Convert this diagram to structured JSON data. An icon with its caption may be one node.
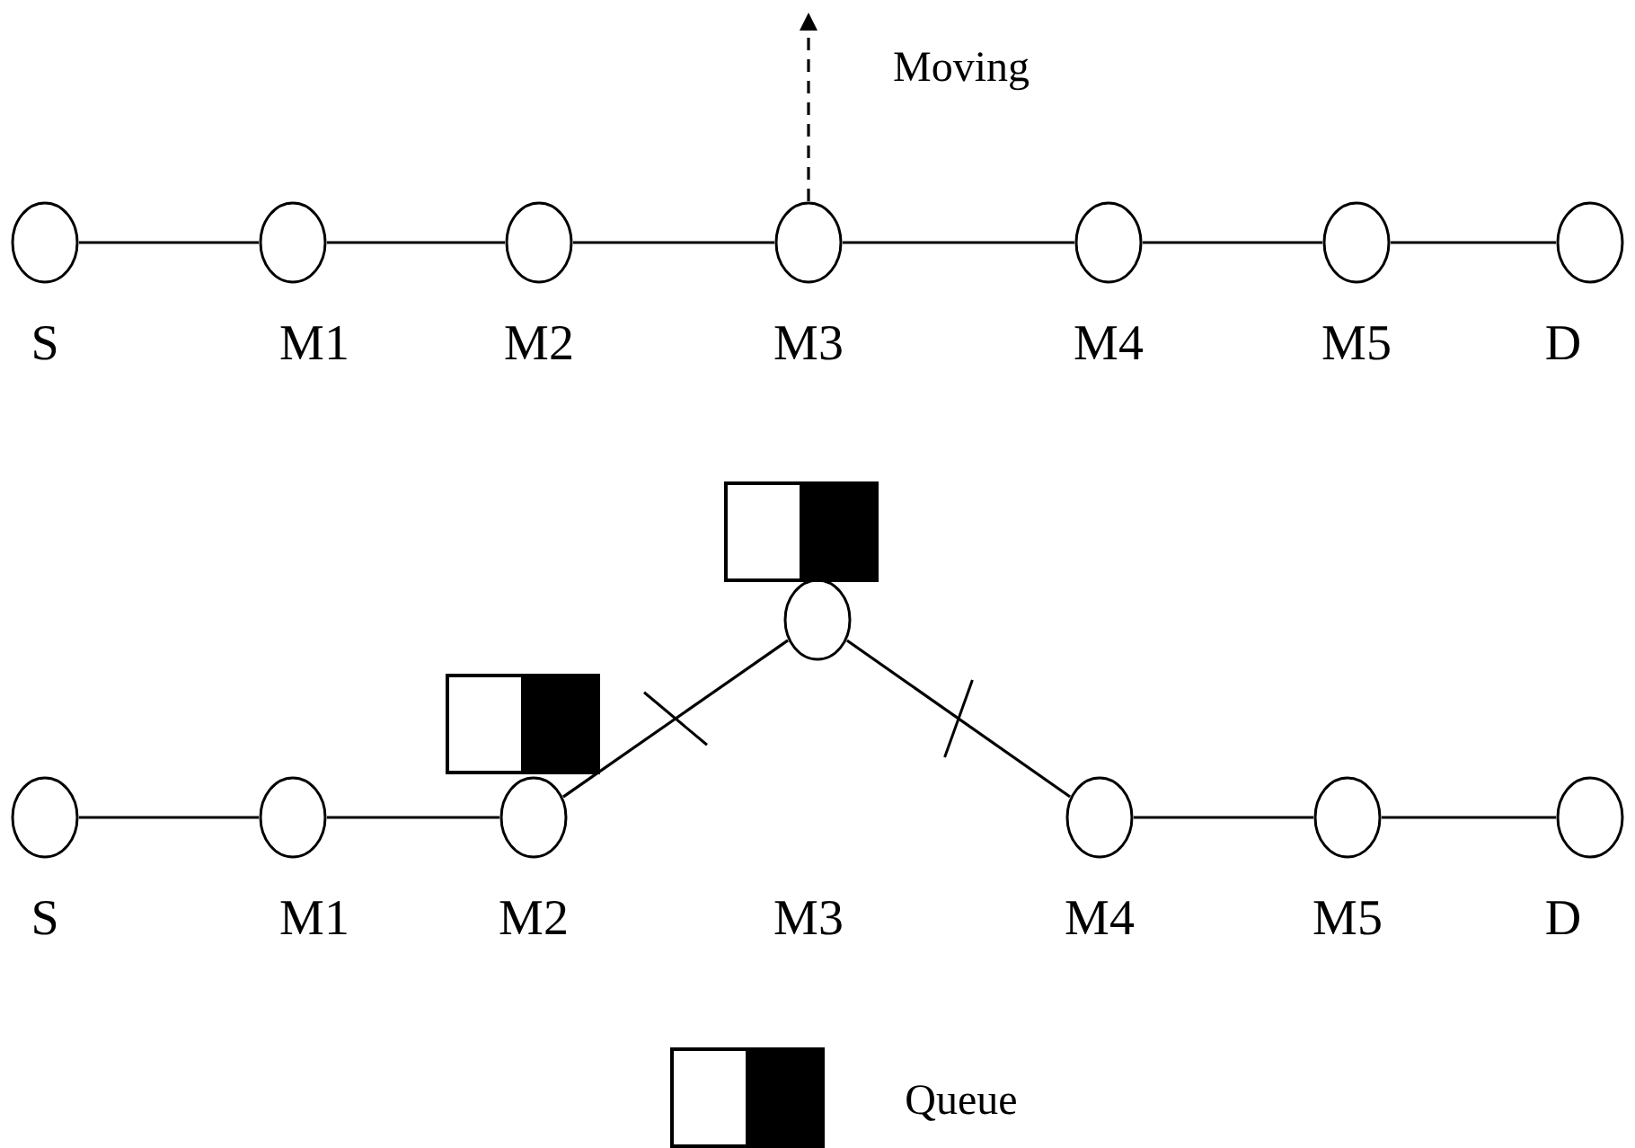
{
  "diagram": {
    "nodes": [
      {
        "text": [],
        "shape": "circle",
        "beside": [
          "S"
        ]
      },
      {
        "text": [],
        "shape": "circle",
        "beside": [
          "M1"
        ]
      },
      {
        "text": [],
        "shape": "circle",
        "beside": [
          "M2"
        ]
      },
      {
        "text": [],
        "shape": "circle",
        "beside": [
          "M3"
        ]
      },
      {
        "text": [],
        "shape": "circle",
        "beside": [
          "M4"
        ]
      },
      {
        "text": [],
        "shape": "circle",
        "beside": [
          "M5"
        ]
      },
      {
        "text": [],
        "shape": "circle",
        "beside": [
          "D"
        ]
      },
      {
        "text": [],
        "shape": "circle",
        "beside": [
          "S"
        ]
      },
      {
        "text": [],
        "shape": "circle",
        "beside": [
          "M1"
        ]
      },
      {
        "text": [],
        "shape": "circle",
        "beside": [
          "M2"
        ]
      },
      {
        "text": [],
        "shape": "circle"
      },
      {
        "text": [],
        "shape": "circle",
        "beside": [
          "M4"
        ]
      },
      {
        "text": [],
        "shape": "circle",
        "beside": [
          "M5"
        ]
      },
      {
        "text": [],
        "shape": "circle",
        "beside": [
          "D"
        ]
      }
    ],
    "labels": [
      "M3"
    ],
    "edges": [
      {
        "from": 0,
        "to": 1,
        "arrow": "none"
      },
      {
        "from": 1,
        "to": 2,
        "arrow": "none"
      },
      {
        "from": 2,
        "to": 3,
        "arrow": "none"
      },
      {
        "from": 3,
        "to": 4,
        "arrow": "none"
      },
      {
        "from": 4,
        "to": 5,
        "arrow": "none"
      },
      {
        "from": 5,
        "to": 6,
        "arrow": "none"
      },
      {
        "from": 3,
        "to": null,
        "arrow": "to",
        "style": "dashed",
        "label": "Moving"
      },
      {
        "from": 7,
        "to": 8,
        "arrow": "none"
      },
      {
        "from": 8,
        "to": 9,
        "arrow": "none"
      },
      {
        "from": 9,
        "to": 10,
        "arrow": "none"
      },
      {
        "from": 10,
        "to": 11,
        "arrow": "none"
      },
      {
        "from": 11,
        "to": 12,
        "arrow": "none"
      },
      {
        "from": 12,
        "to": 13,
        "arrow": "none"
      }
    ],
    "legend": [
      {
        "text": "Queue"
      }
    ]
  }
}
